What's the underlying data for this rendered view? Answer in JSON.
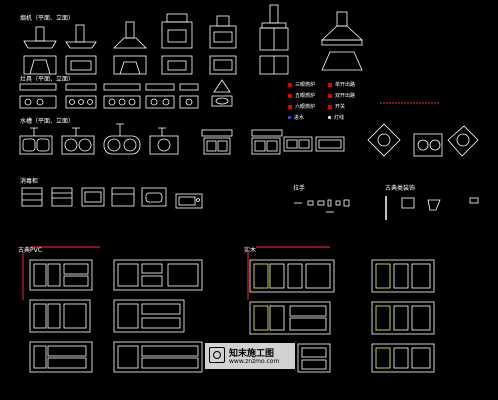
{
  "sections": {
    "range_hood": "烟机（平面、立面）",
    "stove": "灶具（平面、立面）",
    "sink": "水槽（平面、立面）",
    "oven": "消毒柜",
    "handle": "拉手",
    "antique_accessory": "古典类装饰",
    "antique_pvc": "古典PVC",
    "solid_wood": "实木"
  },
  "legend": {
    "col1": [
      "三眼燃炉",
      "五眼燃炉",
      "六眼燃炉"
    ],
    "col2": [
      "单开出路",
      "双开出路",
      "开关"
    ],
    "water_row": [
      "进水",
      "灯线"
    ]
  },
  "watermark": {
    "title": "知末施工图",
    "url": "www.znzmo.com"
  },
  "colors": {
    "background": "#000000",
    "linework": "#ffffff",
    "accent_red": "#ff3030",
    "accent_yellow": "#ffff40",
    "accent_cyan": "#4cc7ff",
    "legend_blue": "#3a5bff",
    "legend_white": "#ffffff"
  }
}
